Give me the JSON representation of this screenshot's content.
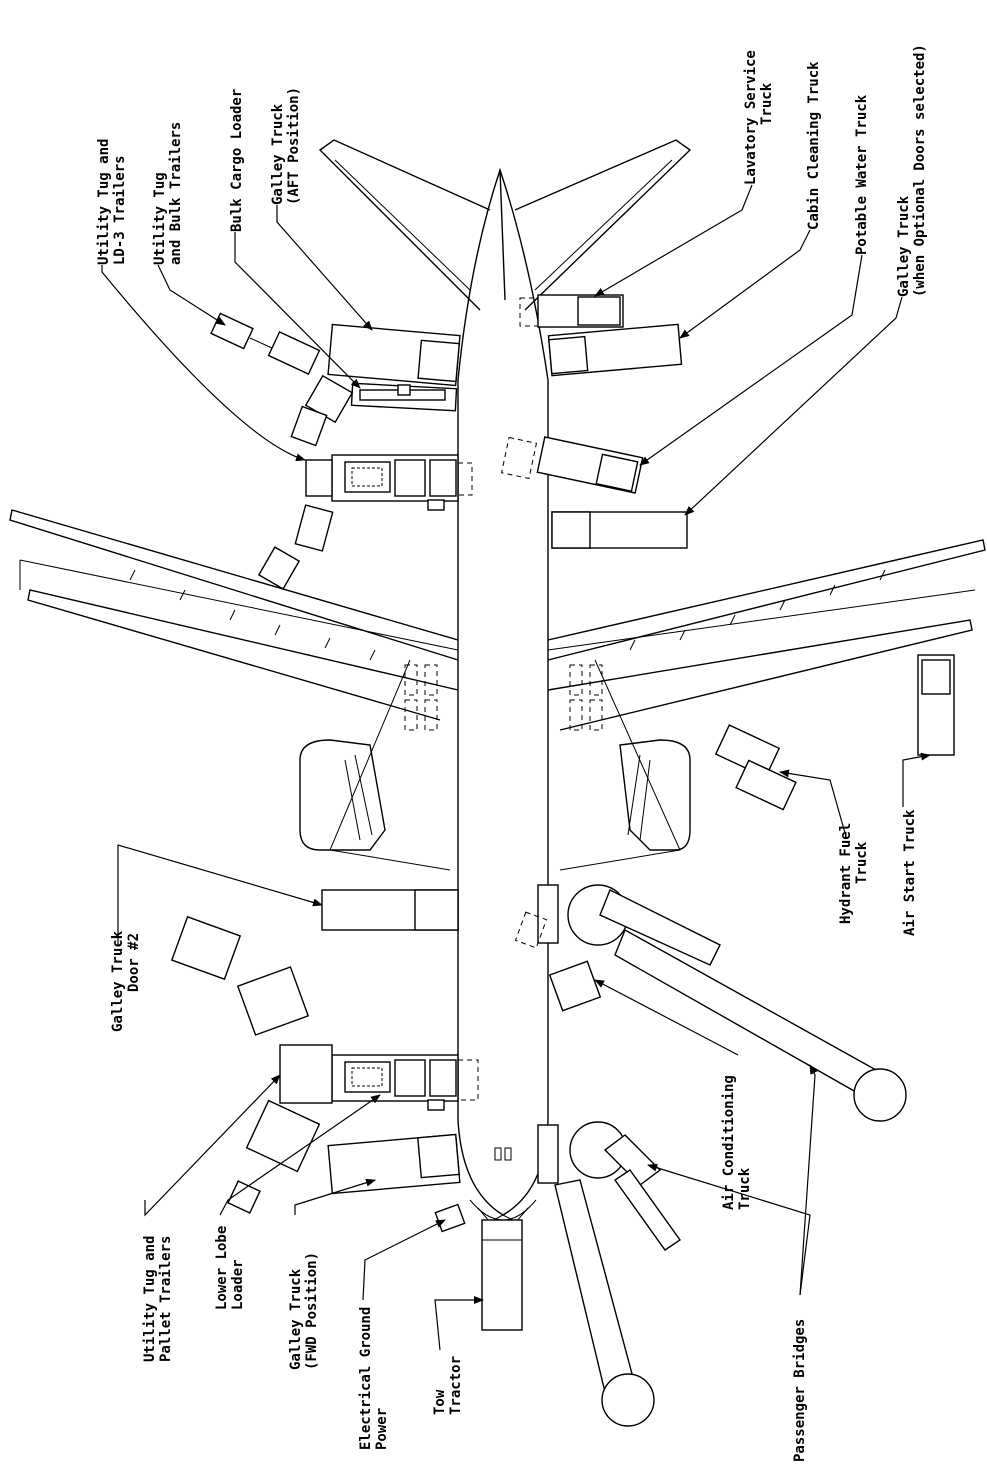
{
  "labels": {
    "utility_tug_ld3": [
      "Utility Tug and",
      "LD-3 Trailers"
    ],
    "utility_tug_bulk": [
      "Utility Tug",
      "and Bulk Trailers"
    ],
    "bulk_cargo_loader": [
      "Bulk Cargo Loader"
    ],
    "galley_truck_aft": [
      "Galley Truck",
      "(AFT Position)"
    ],
    "lavatory_service_truck": [
      "Lavatory Service",
      "Truck"
    ],
    "cabin_cleaning_truck": [
      "Cabin Cleaning Truck"
    ],
    "potable_water_truck": [
      "Potable Water Truck"
    ],
    "galley_truck_optional": [
      "Galley Truck",
      "(when Optional Doors selected)"
    ],
    "galley_truck_door2": [
      "Galley Truck",
      "Door #2"
    ],
    "hydrant_fuel_truck": [
      "Hydrant Fuel",
      "Truck"
    ],
    "air_start_truck": [
      "Air Start Truck"
    ],
    "air_conditioning_truck": [
      "Air Conditioning",
      "Truck"
    ],
    "utility_tug_pallet": [
      "Utility Tug and",
      "Pallet Trailers"
    ],
    "lower_lobe_loader": [
      "Lower Lobe",
      "Loader"
    ],
    "galley_truck_fwd": [
      "Galley Truck",
      "(FWD Position)"
    ],
    "electrical_ground_power": [
      "Electrical Ground",
      "Power"
    ],
    "tow_tractor": [
      "Tow",
      "Tractor"
    ],
    "passenger_bridges": [
      "Passenger Bridges"
    ]
  },
  "colors": {
    "ink": "#000000",
    "paper": "#ffffff"
  }
}
